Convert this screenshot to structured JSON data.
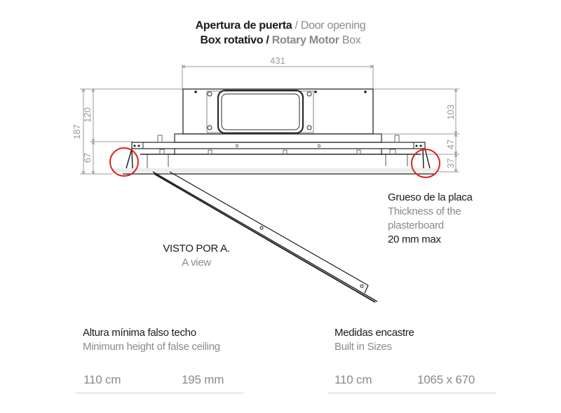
{
  "header": {
    "line1_es": "Apertura de puerta",
    "line1_sep": " / ",
    "line1_en": "Door opening",
    "line2_es": "Box rotativo /",
    "line2_en_bold": "Rotary Motor",
    "line2_en": "Box"
  },
  "drawing": {
    "dimensions": {
      "top_width": "431",
      "left_total": "187",
      "left_upper": "120",
      "left_lower": "67",
      "right_upper": "103",
      "right_middle": "47",
      "right_lower": "37"
    },
    "highlight_circles": 2,
    "highlight_color": "#e02020"
  },
  "plasterboard_note": {
    "es": "Grueso de la placa",
    "en_line1": "Thickness of the",
    "en_line2": "plasterboard",
    "value": "20 mm max"
  },
  "view_label": {
    "es": "VISTO POR A.",
    "en": "A view"
  },
  "specs": {
    "min_height": {
      "title_es": "Altura mínima falso techo",
      "title_en": "Minimum height of false ceiling",
      "value1": "110 cm",
      "value2": "195 mm"
    },
    "built_in": {
      "title_es": "Medidas encastre",
      "title_en": "Built in Sizes",
      "value1": "110 cm",
      "value2": "1065 x 670"
    }
  }
}
